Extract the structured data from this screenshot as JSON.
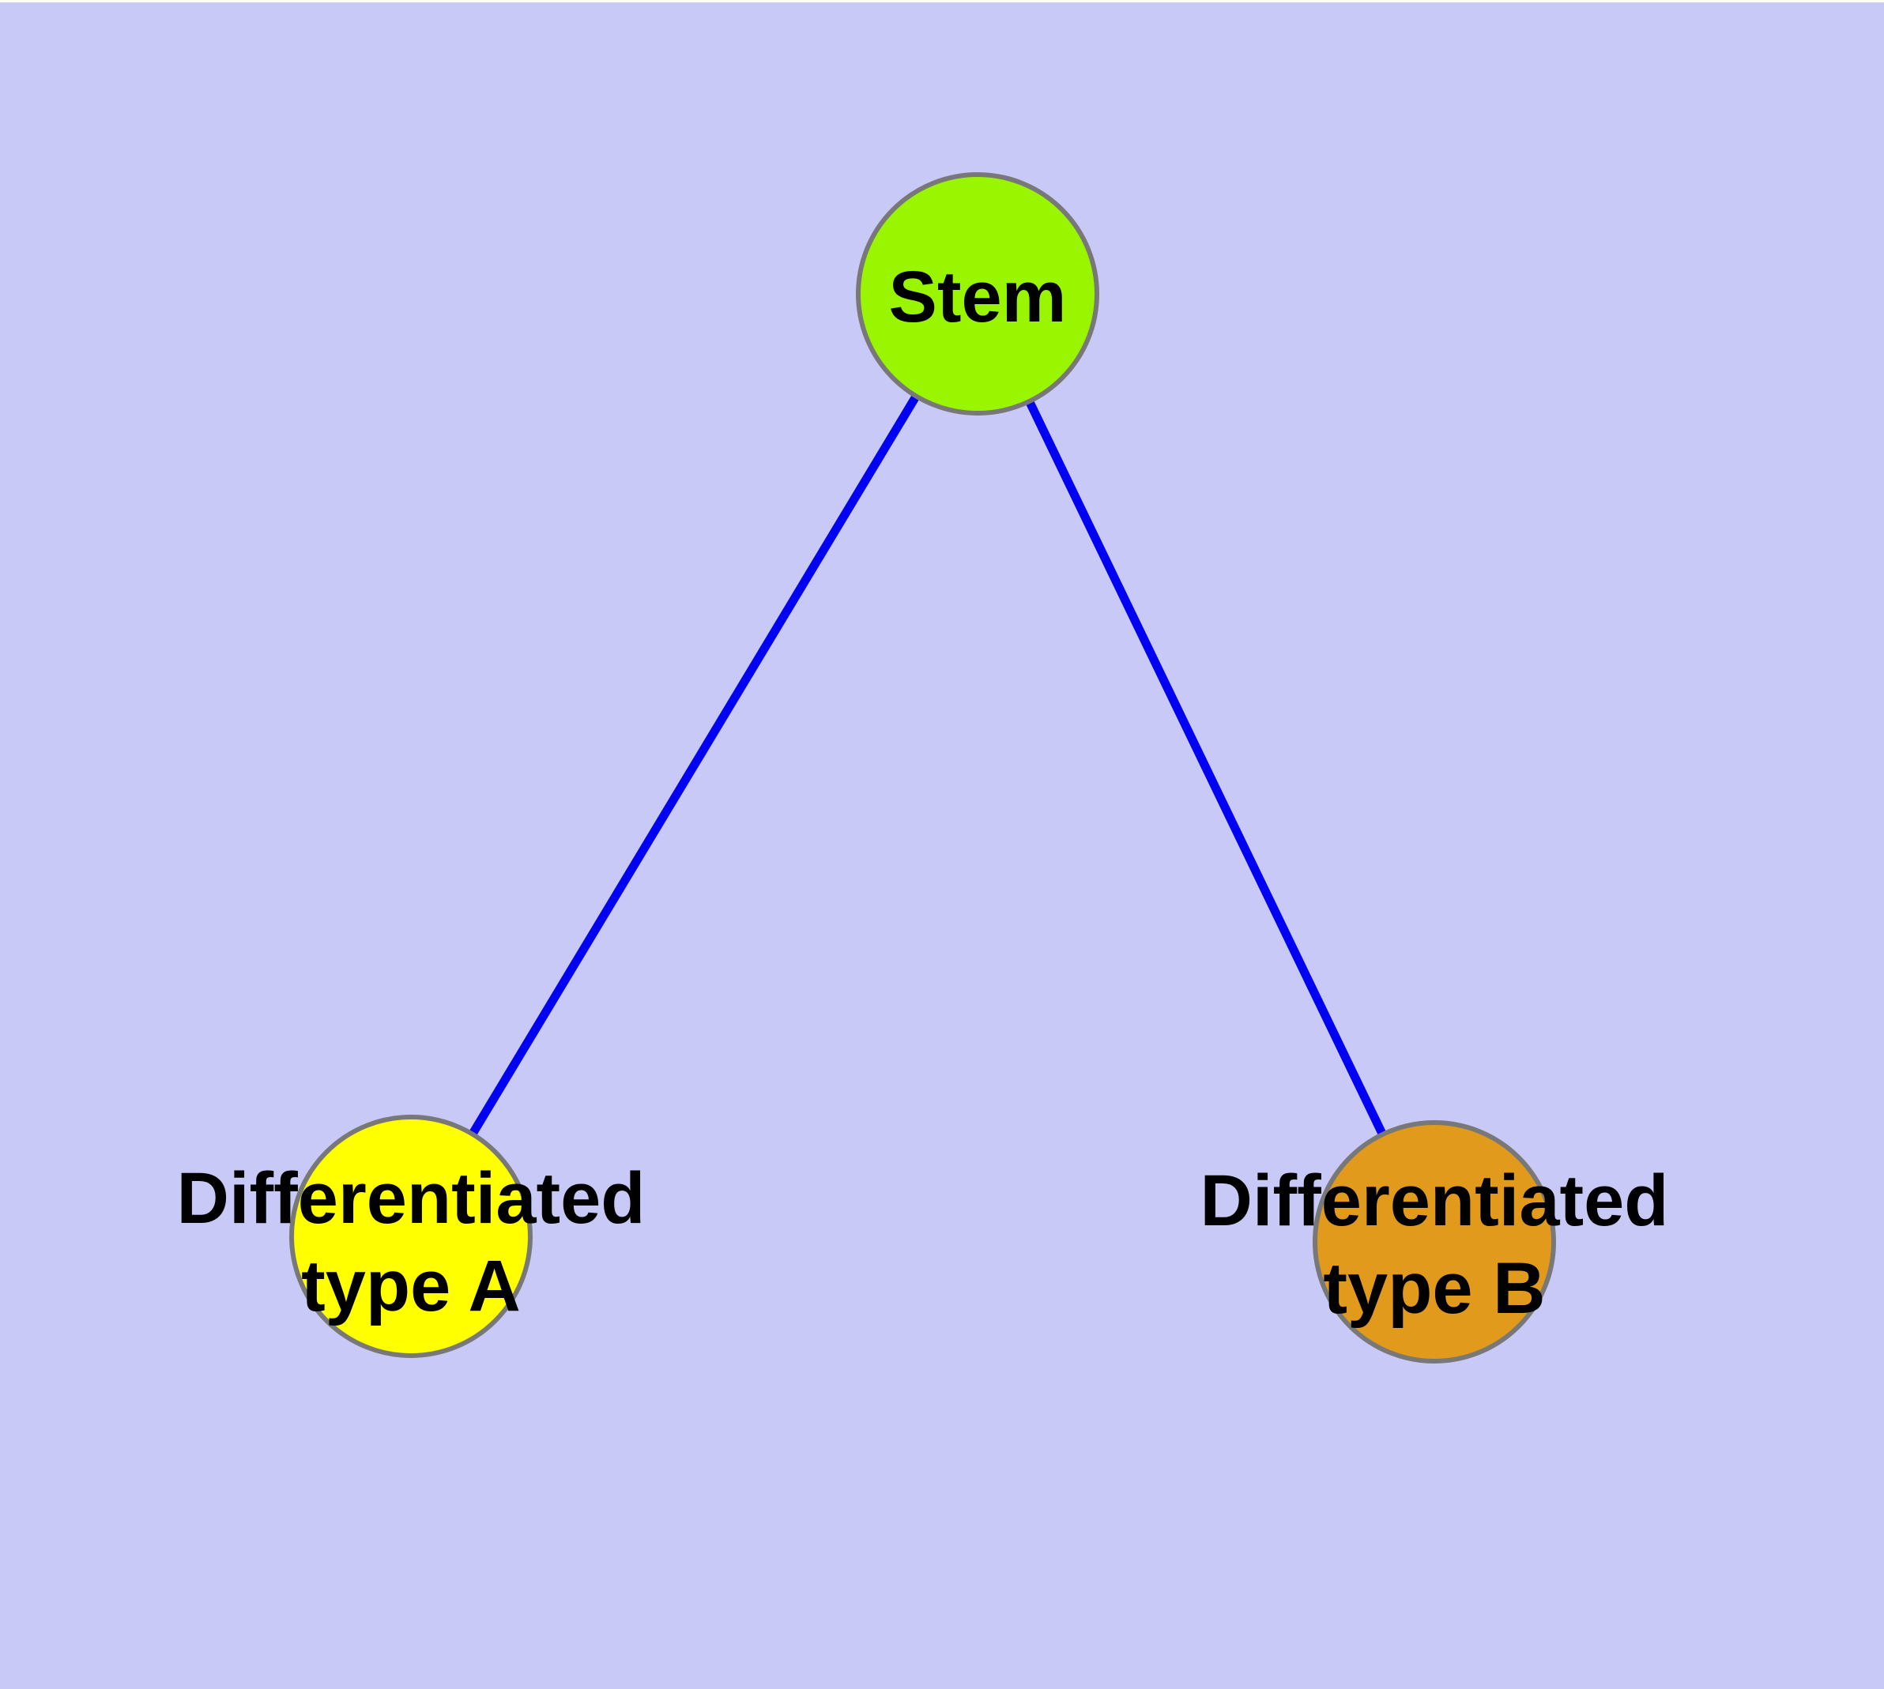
{
  "canvas": {
    "background": "#c9c9f8",
    "top_border_color": "#ffffff"
  },
  "diagram": {
    "title": "",
    "text_color": "#000000",
    "node_stroke": "#787878",
    "edge_color": "#0202f2",
    "nodes": [
      {
        "id": "stem",
        "label": "Stem",
        "fill": "#9af600"
      },
      {
        "id": "type-a",
        "label_line1": "Differentiated",
        "label_line2": "type A",
        "fill": "#ffff00"
      },
      {
        "id": "type-b",
        "label_line1": "Differentiated",
        "label_line2": "type B",
        "fill": "#e29a1d"
      }
    ],
    "edges": [
      {
        "from": "stem",
        "to": "type-a",
        "color": "#0202f2"
      },
      {
        "from": "stem",
        "to": "type-b",
        "color": "#0202f2"
      }
    ]
  }
}
